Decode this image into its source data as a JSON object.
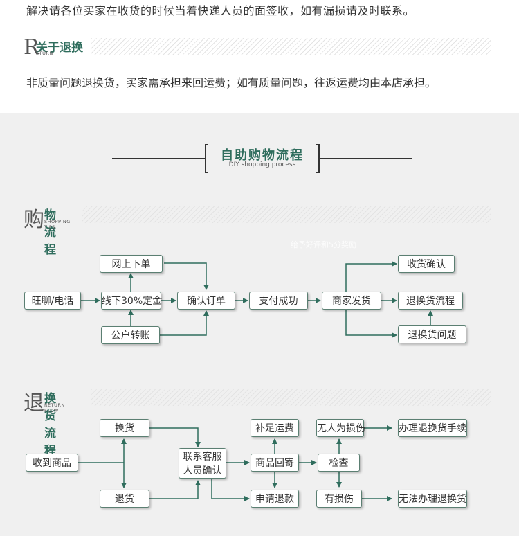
{
  "intro_text": "解决请各位买家在收货的时候当着快递人员的面签收，如有漏损请及时联系。",
  "return_section": {
    "big_letter": "R",
    "title_cn": "关于退换",
    "title_en": "ETURN"
  },
  "return_policy": "非质量问题退换货，买家需承担来回运费；如有质量问题，往返运费均由本店承担。",
  "main_title": {
    "cn": "自助购物流程",
    "en": "DIY shopping process"
  },
  "shopping_section": {
    "big_char": "购",
    "title_cn": "物流程",
    "title_en": "SHOPPING TIPS"
  },
  "watermark": "给予好评和5分奖励",
  "shopping_flow": {
    "online_order": "网上下单",
    "chat_phone": "旺聊/电话",
    "offline_deposit": "线下30%定金",
    "public_transfer": "公户转账",
    "confirm_order": "确认订单",
    "payment_success": "支付成功",
    "merchant_ship": "商家发货",
    "receipt_confirm": "收货确认",
    "return_process": "退换货流程",
    "return_issue": "退换货问题"
  },
  "return_flow_section": {
    "big_char": "退",
    "title_cn": "换货流程",
    "title_en": "RETURN FLOW"
  },
  "return_flow": {
    "exchange": "换货",
    "receive_goods": "收到商品",
    "refund_goods": "退货",
    "contact_service": "联系客服人员确认",
    "pay_shipping": "补足运费",
    "goods_return": "商品回寄",
    "apply_refund": "申请退款",
    "no_damage": "无人为损伤",
    "inspect": "检查",
    "has_damage": "有损伤",
    "handle_exchange": "办理退换货手续",
    "cannot_exchange": "无法办理退换货"
  }
}
